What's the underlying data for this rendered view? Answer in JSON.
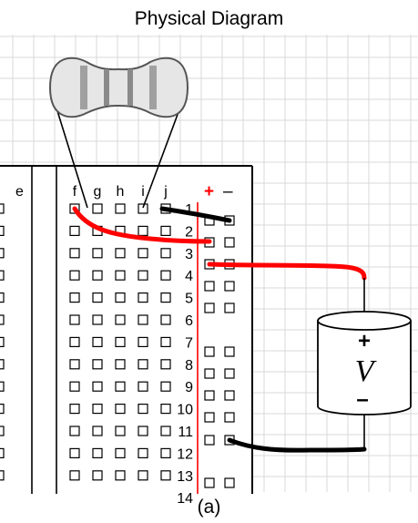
{
  "title": "Physical Diagram",
  "caption": "(a)",
  "breadboard": {
    "column_letters": [
      "f",
      "g",
      "h",
      "i",
      "j"
    ],
    "edge_letter": "e",
    "row_numbers": [
      "1",
      "2",
      "3",
      "4",
      "5",
      "6",
      "7",
      "8",
      "9",
      "10",
      "11",
      "12",
      "13",
      "14"
    ],
    "rail_plus": "+",
    "rail_minus": "–"
  },
  "source": {
    "plus": "+",
    "symbol": "V",
    "minus": "–"
  },
  "colors": {
    "wire_red": "#ff0000",
    "wire_black": "#000000",
    "rail_line": "#ff0000",
    "grid": "#d9d9d9"
  }
}
